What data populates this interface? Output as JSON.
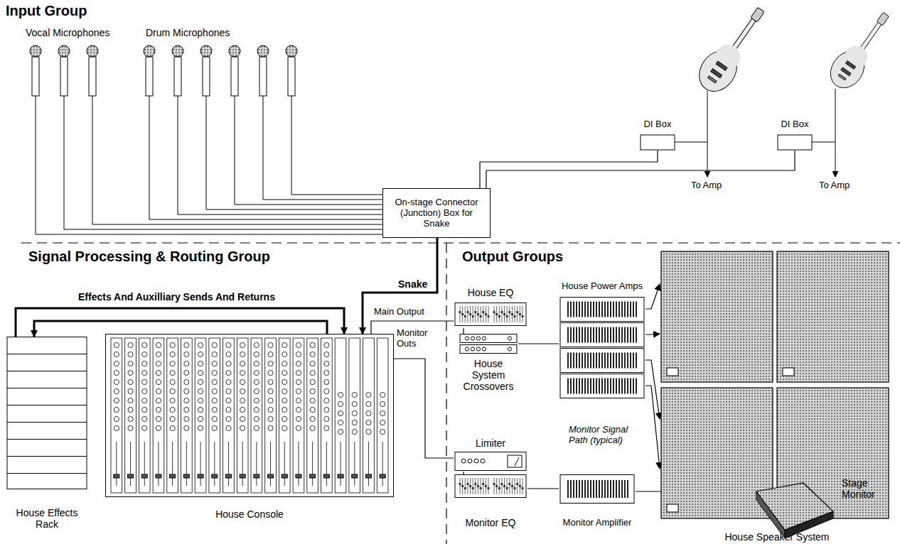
{
  "diagram": {
    "nodes": [
      {
        "text": [
          "DI Box"
        ]
      },
      {
        "text": [
          "DI Box"
        ]
      },
      {
        "text": [
          "On-stage Connector (Junction) Box for Snake"
        ]
      },
      {
        "text": [
          "House Effects Rack"
        ]
      },
      {
        "text": [
          "House Console"
        ]
      },
      {
        "text": [
          "House EQ"
        ]
      },
      {
        "text": [
          "House System Crossovers"
        ]
      },
      {
        "text": [
          "House Power Amps"
        ]
      },
      {
        "text": [
          "House Speaker System"
        ]
      },
      {
        "text": [
          "Limiter"
        ]
      },
      {
        "text": [
          "Monitor EQ"
        ]
      },
      {
        "text": [
          "Monitor Amplifier"
        ]
      },
      {
        "text": [
          "Stage Monitor"
        ]
      }
    ],
    "edges": [
      {
        "from": 0,
        "to": 2,
        "arrow": "none"
      },
      {
        "from": 1,
        "to": 2,
        "arrow": "none"
      },
      {
        "from": 2,
        "to": 4,
        "label": "Snake",
        "arrow": "to"
      },
      {
        "from": 4,
        "to": 3,
        "arrow": "to"
      },
      {
        "from": 3,
        "to": 4,
        "label": "Effects And Auxilliary Sends And Returns",
        "arrow": "to"
      },
      {
        "from": 4,
        "to": 5,
        "label": "Main Output",
        "arrow": "none"
      },
      {
        "from": 5,
        "to": 6,
        "arrow": "none"
      },
      {
        "from": 6,
        "to": 7,
        "arrow": "none"
      },
      {
        "from": 7,
        "to": 8,
        "arrow": "to"
      },
      {
        "from": 7,
        "to": 8,
        "arrow": "to"
      },
      {
        "from": 7,
        "to": 8,
        "arrow": "to"
      },
      {
        "from": 7,
        "to": 8,
        "arrow": "to"
      },
      {
        "from": 4,
        "to": 9,
        "label": "Monitor Outs",
        "arrow": "none"
      },
      {
        "from": 9,
        "to": 10,
        "arrow": "none"
      },
      {
        "from": 10,
        "to": 11,
        "arrow": "none"
      },
      {
        "from": 11,
        "to": 12,
        "arrow": "to"
      }
    ],
    "labels": [
      "Input Group",
      "Vocal Microphones",
      "Drum Microphones",
      "To Amp",
      "To Amp",
      "Signal Processing & Routing Group",
      "Output Groups",
      "Monitor Signal Path (typical)"
    ]
  }
}
